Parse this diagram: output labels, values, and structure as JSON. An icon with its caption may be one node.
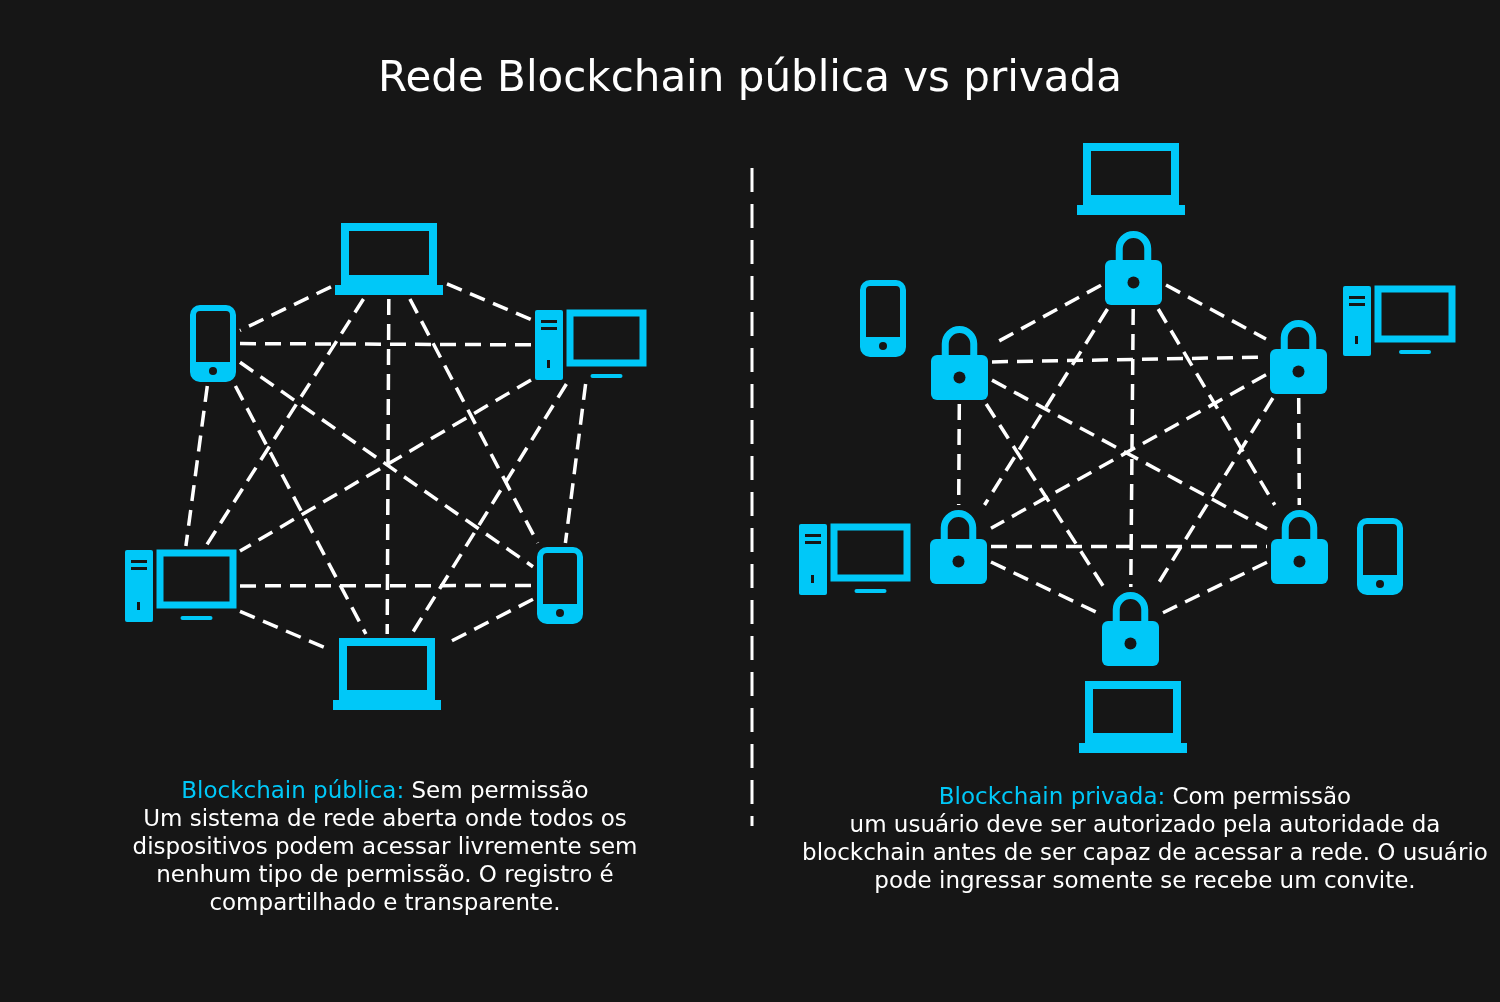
{
  "diagram": {
    "title": "Rede Blockchain pública vs privada",
    "nodes": [
      {
        "text": [],
        "shape": "picture"
      },
      {
        "text": [],
        "shape": "picture"
      },
      {
        "text": [],
        "shape": "picture"
      },
      {
        "text": [],
        "shape": "picture"
      },
      {
        "text": [],
        "shape": "picture"
      },
      {
        "text": [],
        "shape": "picture"
      },
      {
        "text": [],
        "shape": "picture"
      },
      {
        "text": [],
        "shape": "picture"
      },
      {
        "text": [],
        "shape": "picture"
      },
      {
        "text": [],
        "shape": "picture"
      },
      {
        "text": [],
        "shape": "picture"
      },
      {
        "text": [],
        "shape": "picture"
      },
      {
        "text": [],
        "shape": "picture"
      },
      {
        "text": [],
        "shape": "picture"
      },
      {
        "text": [],
        "shape": "picture"
      },
      {
        "text": [],
        "shape": "picture"
      },
      {
        "text": [],
        "shape": "picture"
      },
      {
        "text": [],
        "shape": "picture"
      }
    ],
    "edges": [
      {
        "from": 0,
        "to": 1,
        "arrow": "none",
        "style": "dashed"
      },
      {
        "from": 0,
        "to": 2,
        "arrow": "none",
        "style": "dashed"
      },
      {
        "from": 0,
        "to": 3,
        "arrow": "none",
        "style": "dashed"
      },
      {
        "from": 0,
        "to": 4,
        "arrow": "none",
        "style": "dashed"
      },
      {
        "from": 0,
        "to": 5,
        "arrow": "none",
        "style": "dashed"
      },
      {
        "from": 1,
        "to": 2,
        "arrow": "none",
        "style": "dashed"
      },
      {
        "from": 1,
        "to": 3,
        "arrow": "none",
        "style": "dashed"
      },
      {
        "from": 1,
        "to": 4,
        "arrow": "none",
        "style": "dashed"
      },
      {
        "from": 1,
        "to": 5,
        "arrow": "none",
        "style": "dashed"
      },
      {
        "from": 2,
        "to": 3,
        "arrow": "none",
        "style": "dashed"
      },
      {
        "from": 2,
        "to": 4,
        "arrow": "none",
        "style": "dashed"
      },
      {
        "from": 2,
        "to": 5,
        "arrow": "none",
        "style": "dashed"
      },
      {
        "from": 3,
        "to": 4,
        "arrow": "none",
        "style": "dashed"
      },
      {
        "from": 3,
        "to": 5,
        "arrow": "none",
        "style": "dashed"
      },
      {
        "from": 4,
        "to": 5,
        "arrow": "none",
        "style": "dashed"
      },
      {
        "from": 7,
        "to": 10,
        "arrow": "none",
        "style": "dashed"
      },
      {
        "from": 7,
        "to": 11,
        "arrow": "none",
        "style": "dashed"
      },
      {
        "from": 7,
        "to": 13,
        "arrow": "none",
        "style": "dashed"
      },
      {
        "from": 7,
        "to": 14,
        "arrow": "none",
        "style": "dashed"
      },
      {
        "from": 7,
        "to": 16,
        "arrow": "none",
        "style": "dashed"
      },
      {
        "from": 10,
        "to": 11,
        "arrow": "none",
        "style": "dashed"
      },
      {
        "from": 10,
        "to": 13,
        "arrow": "none",
        "style": "dashed"
      },
      {
        "from": 10,
        "to": 14,
        "arrow": "none",
        "style": "dashed"
      },
      {
        "from": 10,
        "to": 16,
        "arrow": "none",
        "style": "dashed"
      },
      {
        "from": 11,
        "to": 13,
        "arrow": "none",
        "style": "dashed"
      },
      {
        "from": 11,
        "to": 14,
        "arrow": "none",
        "style": "dashed"
      },
      {
        "from": 11,
        "to": 16,
        "arrow": "none",
        "style": "dashed"
      },
      {
        "from": 13,
        "to": 14,
        "arrow": "none",
        "style": "dashed"
      },
      {
        "from": 13,
        "to": 16,
        "arrow": "none",
        "style": "dashed"
      },
      {
        "from": 14,
        "to": 16,
        "arrow": "none",
        "style": "dashed"
      }
    ],
    "labels": [
      "Blockchain pública:",
      "Sem permissão",
      "Um sistema de rede aberta onde todos os dispositivos podem acessar livremente sem nenhum tipo de permissão. O registro é compartilhado e transparente.",
      "Blockchain privada:",
      "Com permissão",
      "um usuário deve ser autorizado pela autoridade da blockchain antes de ser capaz de acessar a rede. O usuário pode ingressar somente se recebe um convite."
    ]
  }
}
